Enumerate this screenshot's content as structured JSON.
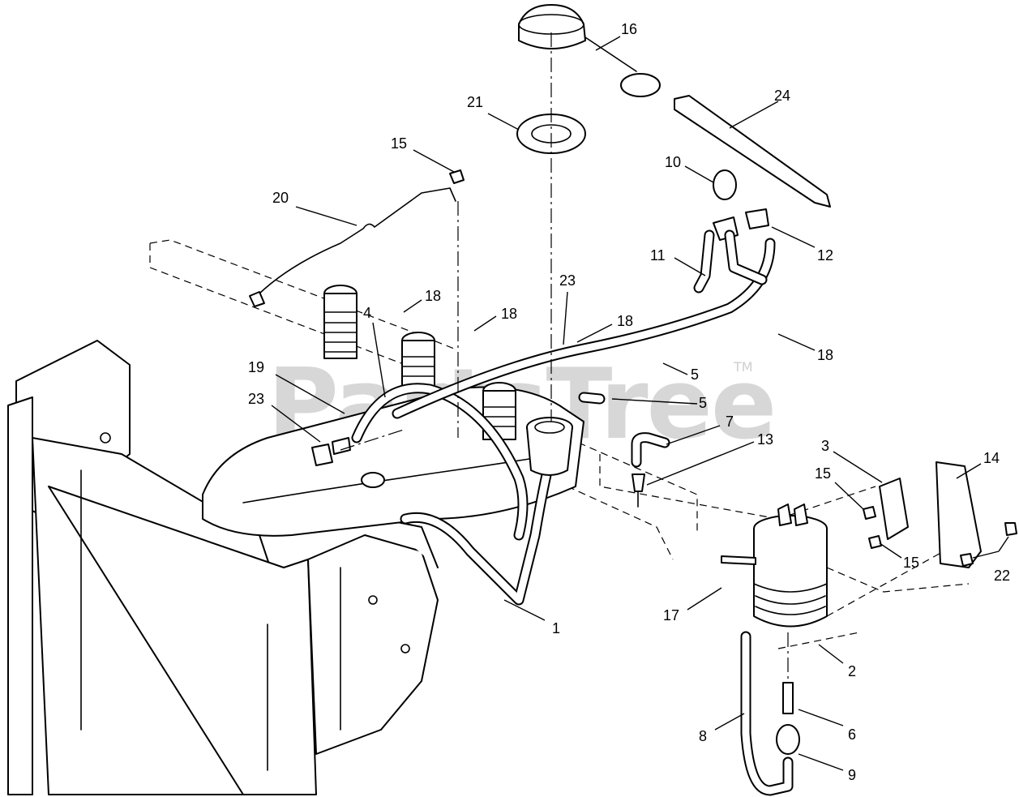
{
  "watermark": {
    "text": "PartsTree",
    "mark": "TM"
  },
  "callouts": [
    {
      "id": "c16",
      "label": "16"
    },
    {
      "id": "c21",
      "label": "21"
    },
    {
      "id": "c24",
      "label": "24"
    },
    {
      "id": "c15a",
      "label": "15"
    },
    {
      "id": "c20",
      "label": "20"
    },
    {
      "id": "c10",
      "label": "10"
    },
    {
      "id": "c12",
      "label": "12"
    },
    {
      "id": "c11",
      "label": "11"
    },
    {
      "id": "c23a",
      "label": "23"
    },
    {
      "id": "c18a",
      "label": "18"
    },
    {
      "id": "c18b",
      "label": "18"
    },
    {
      "id": "c18c",
      "label": "18"
    },
    {
      "id": "c18d",
      "label": "18"
    },
    {
      "id": "c4",
      "label": "4"
    },
    {
      "id": "c19",
      "label": "19"
    },
    {
      "id": "c23b",
      "label": "23"
    },
    {
      "id": "c5a",
      "label": "5"
    },
    {
      "id": "c5b",
      "label": "5"
    },
    {
      "id": "c7",
      "label": "7"
    },
    {
      "id": "c13",
      "label": "13"
    },
    {
      "id": "c3",
      "label": "3"
    },
    {
      "id": "c14",
      "label": "14"
    },
    {
      "id": "c15b",
      "label": "15"
    },
    {
      "id": "c15c",
      "label": "15"
    },
    {
      "id": "c22",
      "label": "22"
    },
    {
      "id": "c1",
      "label": "1"
    },
    {
      "id": "c17",
      "label": "17"
    },
    {
      "id": "c2",
      "label": "2"
    },
    {
      "id": "c6",
      "label": "6"
    },
    {
      "id": "c8",
      "label": "8"
    },
    {
      "id": "c9",
      "label": "9"
    }
  ]
}
